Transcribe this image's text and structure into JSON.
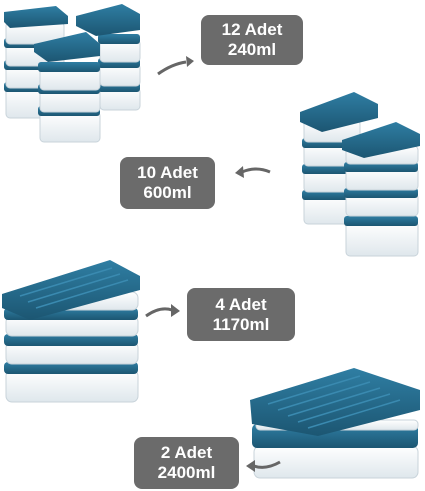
{
  "groups": [
    {
      "count": "12 Adet",
      "volume": "240ml"
    },
    {
      "count": "10 Adet",
      "volume": "600ml"
    },
    {
      "count": "4 Adet",
      "volume": "1170ml"
    },
    {
      "count": "2 Adet",
      "volume": "2400ml"
    }
  ],
  "colors": {
    "lid": "#1f5f7d",
    "lid_light": "#2d7598",
    "container": "#eef3f6",
    "label_bg": "#6b6b6b",
    "label_text": "#ffffff",
    "arrow": "#666666"
  }
}
